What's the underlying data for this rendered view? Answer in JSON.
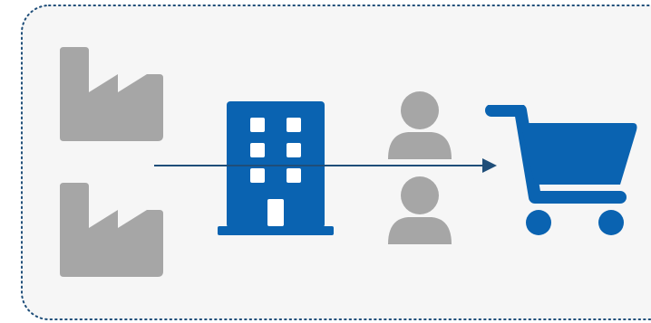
{
  "diagram": {
    "type": "supply-chain-flow",
    "nodes": [
      {
        "id": "factory-1",
        "icon": "factory-icon",
        "color": "#a6a6a6"
      },
      {
        "id": "factory-2",
        "icon": "factory-icon",
        "color": "#a6a6a6"
      },
      {
        "id": "company",
        "icon": "office-building-icon",
        "color": "#0a63b1"
      },
      {
        "id": "person-1",
        "icon": "person-icon",
        "color": "#a6a6a6"
      },
      {
        "id": "person-2",
        "icon": "person-icon",
        "color": "#a6a6a6"
      },
      {
        "id": "cart",
        "icon": "shopping-cart-icon",
        "color": "#0a63b1"
      }
    ],
    "flow": {
      "from": "factory",
      "to": "cart",
      "color": "#1f4e79"
    },
    "frame": {
      "style": "dotted",
      "color": "#1f4e79",
      "background": "#f6f6f6"
    }
  }
}
